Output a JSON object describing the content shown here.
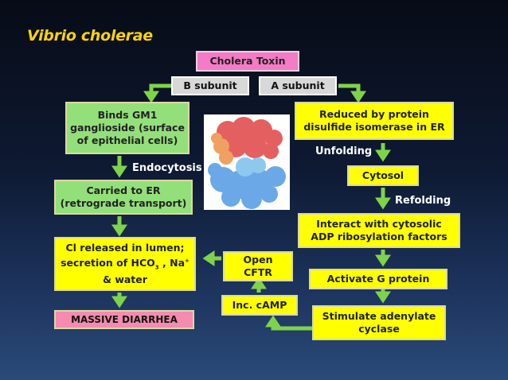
{
  "title": "Vibrio cholerae",
  "nodes": {
    "cholera_toxin": "Cholera Toxin",
    "b_subunit": "B subunit",
    "a_subunit": "A subunit",
    "binds_gm1": [
      "Binds GM1",
      "ganglioside (surface",
      "of epithelial cells)"
    ],
    "carried_er": [
      "Carried to ER",
      "(retrograde transport)"
    ],
    "cl_released": [
      "Cl released in lumen;",
      "secretion of HCO",
      "3",
      " , Na",
      "+",
      "& water"
    ],
    "massive_diarrhea": "MASSIVE DIARRHEA",
    "reduced": [
      "Reduced by protein",
      "disulfide isomerase in ER"
    ],
    "cytosol": "Cytosol",
    "interact": [
      "Interact with cytosolic",
      "ADP ribosylation factors"
    ],
    "activate_g": "Activate G protein",
    "stimulate": [
      "Stimulate adenylate",
      "cyclase"
    ],
    "inc_camp": "Inc. cAMP",
    "open_cftr": [
      "Open",
      "CFTR"
    ]
  },
  "labels": {
    "endocytosis": "Endocytosis",
    "unfolding": "Unfolding",
    "refolding": "Refolding"
  },
  "colors": {
    "title": "#ffd400",
    "yellow_box": "#ffff00",
    "green_box": "#93e07a",
    "gray_box": "#d8d8d8",
    "pink_box": "#f47bc6",
    "arrow": "#7fd34a"
  }
}
